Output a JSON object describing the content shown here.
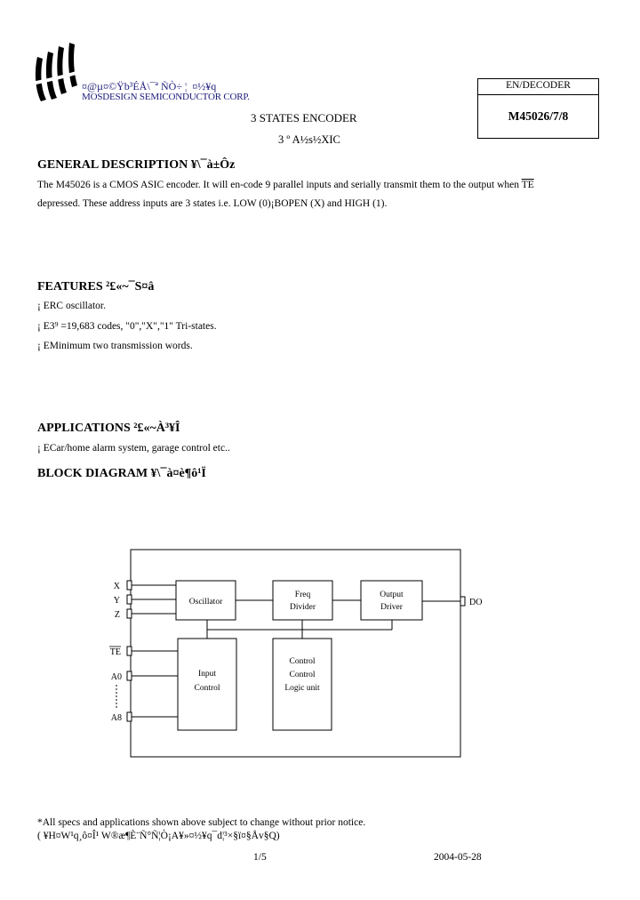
{
  "header": {
    "company_cn": "¤@µ¤©Ÿb³ÉÅ\\¯ª ÑÒ÷ ¦ ­­ ¤½¥q",
    "company_en": "MOSDESIGN SEMICONDUCTOR CORP.",
    "title": "3 STATES ENCODER",
    "subtitle": "3 º A½s½XIC",
    "box_label": "EN/DECODER",
    "part_number": "M45026/7/8"
  },
  "general": {
    "heading": "GENERAL DESCRIPTION ¥\\¯à±Ô­z",
    "line1_pre": "The M45026 is a CMOS ASIC encoder. It will en-code 9 parallel inputs and serially transmit them to the output when ",
    "line1_te": "TE",
    "line2": "depressed. These address inputs are 3 states i.e. LOW (0)¡BOPEN (X) and HIGH (1)."
  },
  "features": {
    "heading": "FEATURES ²£«~¯S¤â",
    "items": [
      "¡ ERC oscillator.",
      "¡ E3⁹ =19,683 codes, \"0\",\"X\",\"1\" Tri-states.",
      "¡ EMinimum two transmission words."
    ]
  },
  "applications": {
    "heading": "APPLICATIONS ²£«~À³¥Î",
    "items": [
      "¡ ECar/home alarm system, garage control etc.."
    ]
  },
  "block_diagram": {
    "heading": "BLOCK DIAGRAM ¥\\¯à¤è¶ô¹Ï",
    "pins": {
      "x": "X",
      "y": "Y",
      "z": "Z",
      "te": "TE",
      "a0": "A0",
      "a8": "A8",
      "do": "DO"
    },
    "blocks": {
      "oscillator": "Oscillator",
      "freq_divider": [
        "Freq",
        "Divider"
      ],
      "output_driver": [
        "Output",
        "Driver"
      ],
      "input_control": [
        "Input",
        "Control"
      ],
      "control_logic": [
        "Control",
        "Control",
        "Logic unit"
      ]
    }
  },
  "footer": {
    "notice": "*All specs and applications shown above subject to change without prior notice.",
    "notice_cn": "( ¥H¤W¹q¸ô¤Î¹ W®æ¶È¨Ñ°Ñ¦Ò¡A¥»¤½¥q¯d¦³­×§ï¤§Åv§Q)",
    "page": "1/5",
    "date": "2004-05-28"
  }
}
